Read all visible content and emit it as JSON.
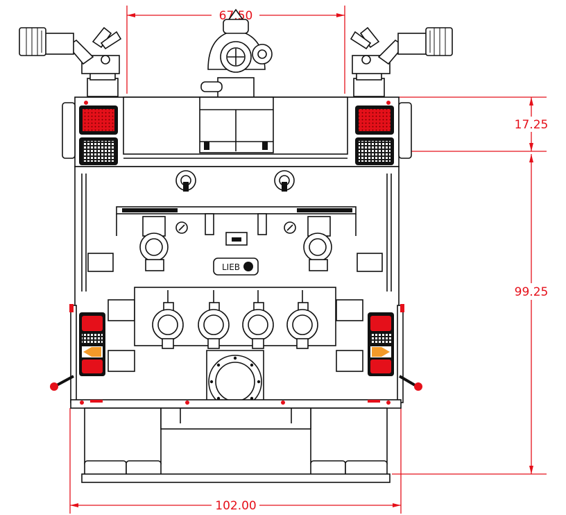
{
  "dimensions": {
    "top_width": "67.50",
    "upper_height": "17.25",
    "total_height": "99.25",
    "overall_width": "102.00"
  },
  "colors": {
    "dimension": "#e5101a",
    "line": "#111111",
    "lamp_red": "#e5101a",
    "lamp_amber": "#f39a2a",
    "background": "#ffffff"
  },
  "icons": {
    "monitor_left": "deck-gun-icon",
    "monitor_center": "deck-gun-icon",
    "monitor_right": "deck-gun-icon",
    "discharge": "valve-icon",
    "intake": "pipe-flange-icon",
    "tail_lamp": "tail-lamp-icon"
  }
}
